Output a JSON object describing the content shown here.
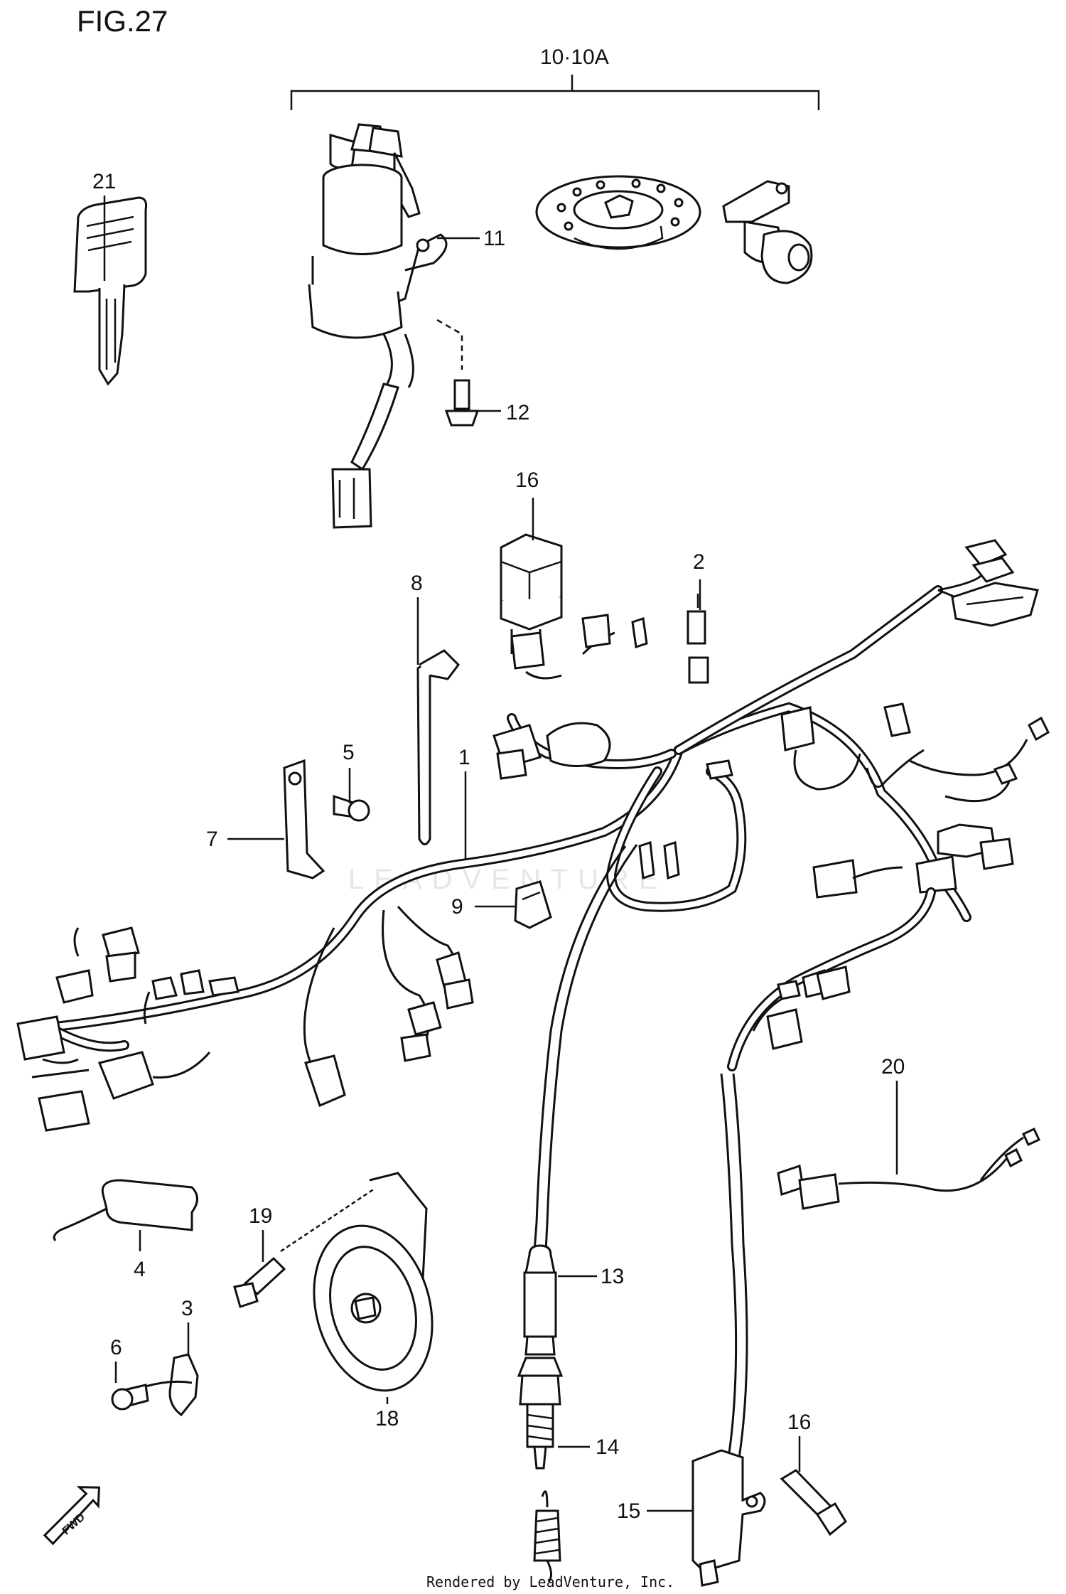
{
  "figure": {
    "title": "FIG.27"
  },
  "group_label": "10·10A",
  "callouts": [
    {
      "id": "c21a",
      "text": "21"
    },
    {
      "id": "c11",
      "text": "11"
    },
    {
      "id": "c12",
      "text": "12"
    },
    {
      "id": "c16a",
      "text": "16"
    },
    {
      "id": "c2",
      "text": "2"
    },
    {
      "id": "c8",
      "text": "8"
    },
    {
      "id": "c5",
      "text": "5"
    },
    {
      "id": "c7",
      "text": "7"
    },
    {
      "id": "c1",
      "text": "1"
    },
    {
      "id": "c9",
      "text": "9"
    },
    {
      "id": "c20",
      "text": "20"
    },
    {
      "id": "c19",
      "text": "19"
    },
    {
      "id": "c4",
      "text": "4"
    },
    {
      "id": "c3",
      "text": "3"
    },
    {
      "id": "c6",
      "text": "6"
    },
    {
      "id": "c13",
      "text": "13"
    },
    {
      "id": "c18",
      "text": "18"
    },
    {
      "id": "c14",
      "text": "14"
    },
    {
      "id": "c16b",
      "text": "16"
    },
    {
      "id": "c15",
      "text": "15"
    }
  ],
  "fwd_label": "FWD",
  "watermark": "LEADVENTURE",
  "credit": "Rendered by LeadVenture, Inc."
}
